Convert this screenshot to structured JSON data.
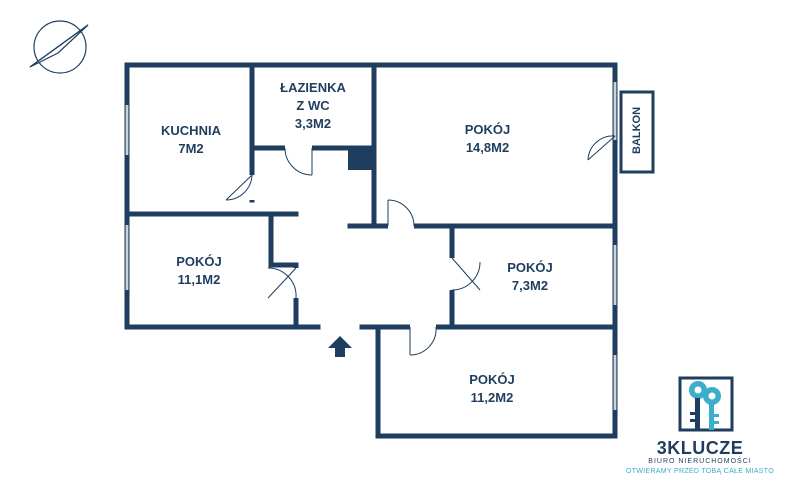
{
  "rooms": {
    "kuchnia": {
      "name": "KUCHNIA",
      "area": "7M2"
    },
    "lazienka": {
      "name_line1": "ŁAZIENKA",
      "name_line2": "Z WC",
      "area": "3,3M2"
    },
    "pokoj1": {
      "name": "POKÓJ",
      "area": "14,8M2"
    },
    "pokoj2": {
      "name": "POKÓJ",
      "area": "11,1M2"
    },
    "pokoj3": {
      "name": "POKÓJ",
      "area": "7,3M2"
    },
    "pokoj4": {
      "name": "POKÓJ",
      "area": "11,2M2"
    }
  },
  "balkon": "BALKON",
  "logo": {
    "name": "3KLUCZE",
    "subtitle": "BIURO NIERUCHOMOŚCI",
    "tagline": "OTWIERAMY PRZED TOBĄ CAŁE MIASTO"
  },
  "colors": {
    "wall": "#1f3e5f",
    "accent": "#3aaecb",
    "background": "#ffffff"
  },
  "icons": {
    "compass": "compass-icon",
    "entrance": "entrance-arrow-icon",
    "logo": "keys-logo-icon"
  }
}
